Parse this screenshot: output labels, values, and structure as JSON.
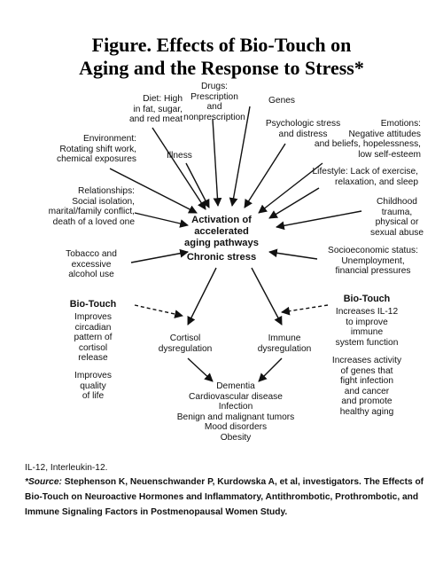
{
  "title_line1": "Figure. Effects of Bio-Touch on",
  "title_line2": "Aging and the Response to Stress*",
  "factors": {
    "diet": "Diet: High\nin fat, sugar,\nand red meat",
    "drugs": "Drugs:\nPrescription\nand\nnonprescription",
    "genes": "Genes",
    "environment": "Environment:\nRotating shift work,\nchemical exposures",
    "illness": "Illness",
    "psych_stress": "Psychologic stress\nand distress",
    "emotions": "Emotions:\nNegative attitudes\nand beliefs, hopelessness,\nlow self-esteem",
    "lifestyle": "Lifestyle: Lack of exercise,\nrelaxation, and sleep",
    "relationships": "Relationships:\nSocial isolation,\nmarital/family conflict,\ndeath of a loved one",
    "childhood": "Childhood\ntrauma,\nphysical or\nsexual abuse",
    "tobacco": "Tobacco and\nexcessive\nalcohol use",
    "socioeconomic": "Socioeconomic status:\nUnemployment,\nfinancial pressures"
  },
  "center": {
    "activation": "Activation of\naccelerated\naging pathways",
    "chronic": "Chronic stress"
  },
  "bio_left": {
    "heading": "Bio-Touch",
    "text1": "Improves\ncircadian\npattern of\ncortisol\nrelease",
    "text2": "Improves\nquality\nof life"
  },
  "bio_right": {
    "heading": "Bio-Touch",
    "text1": "Increases IL-12\nto improve\nimmune\nsystem function",
    "text2": "Increases activity\nof genes that\nfight infection\nand cancer\nand promote\nhealthy aging"
  },
  "cortisol": "Cortisol\ndysregulation",
  "immune": "Immune\ndysregulation",
  "outcomes": "Dementia\nCardiovascular disease\nInfection\nBenign and malignant tumors\nMood disorders\nObesity",
  "footnote_abbrev": "IL-12, Interleukin-12.",
  "footnote_source_label": "Source:",
  "footnote_line1": "Stephenson K, Neuenschwander P, Kurdowska A, et al, investigators. The Effects of",
  "footnote_line2": "Bio-Touch on Neuroactive Hormones and Inflammatory, Antithrombotic, Prothrombotic, and",
  "footnote_line3": "Immune Signaling Factors in Postmenopausal Women Study."
}
